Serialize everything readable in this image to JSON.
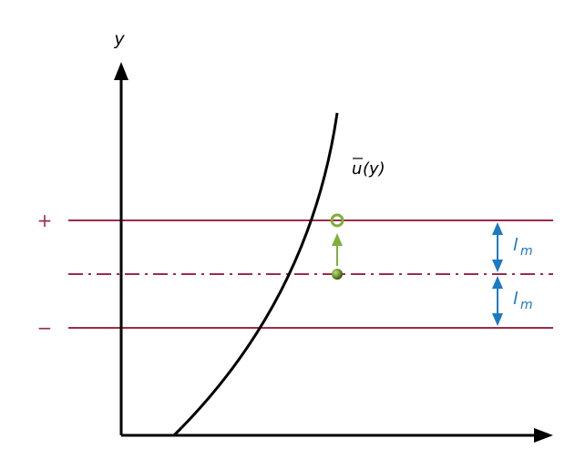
{
  "axes": {
    "y_label": "y"
  },
  "profile": {
    "label_main": "u",
    "label_arg": "(y)"
  },
  "levels": {
    "upper_symbol": "+",
    "lower_symbol": "−"
  },
  "mixing_length": {
    "upper_base": "l",
    "upper_sub": "m",
    "lower_base": "l",
    "lower_sub": "m"
  },
  "colors": {
    "axis": "#000000",
    "curve": "#000000",
    "level_lines": "#9b2c4a",
    "mixing_arrow": "#1a7ac4",
    "particle": "#7fb03a",
    "particle_dark": "#3c5a14"
  }
}
